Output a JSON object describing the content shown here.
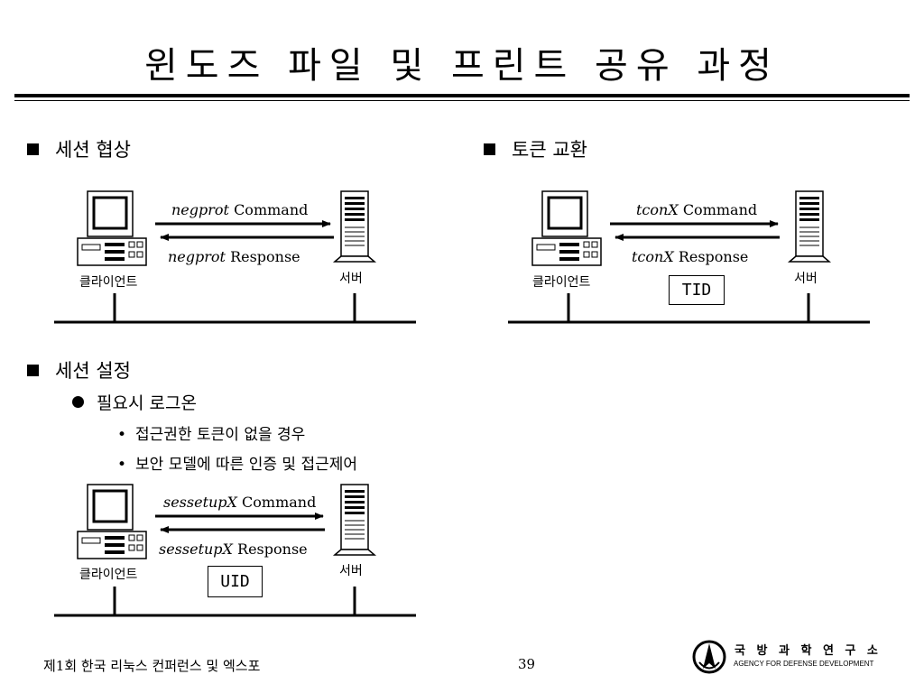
{
  "title": "윈도즈 파일 및 프린트 공유 과정",
  "sections": {
    "session_negotiation": {
      "heading": "세션 협상",
      "client_label": "클라이언트",
      "server_label": "서버",
      "command_name": "negprot",
      "command_suffix": "Command",
      "response_name": "negprot",
      "response_suffix": "Response"
    },
    "token_exchange": {
      "heading": "토큰 교환",
      "client_label": "클라이언트",
      "server_label": "서버",
      "command_name": "tconX",
      "command_suffix": "Command",
      "response_name": "tconX",
      "response_suffix": "Response",
      "id_box": "TID"
    },
    "session_setup": {
      "heading": "세션 설정",
      "sub": "필요시 로그온",
      "bullets": [
        "접근권한 토큰이 없을 경우",
        "보안 모델에 따른 인증 및 접근제어"
      ],
      "client_label": "클라이언트",
      "server_label": "서버",
      "command_name": "sessetupX",
      "command_suffix": "Command",
      "response_name": "sessetupX",
      "response_suffix": "Response",
      "id_box": "UID"
    }
  },
  "footer": {
    "conference": "제1회 한국 리눅스 컨퍼런스 및 엑스포",
    "page_number": "39",
    "org_korean": "국 방 과 학 연 구 소",
    "org_english": "AGENCY FOR DEFENSE DEVELOPMENT"
  }
}
